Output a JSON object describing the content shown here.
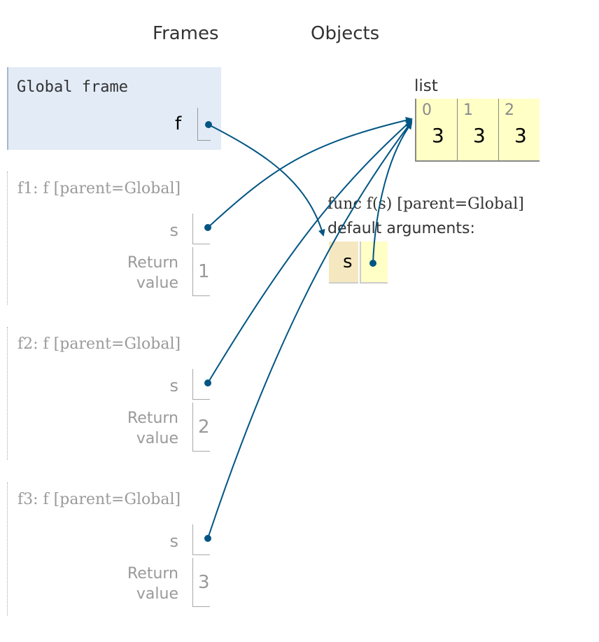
{
  "headers": {
    "frames": "Frames",
    "objects": "Objects"
  },
  "global_frame": {
    "title": "Global frame",
    "variables": [
      {
        "name": "f",
        "points_to": "function f"
      }
    ]
  },
  "stack_frames": [
    {
      "title": "f1: f [parent=Global]",
      "var_name": "s",
      "return_label_1": "Return",
      "return_label_2": "value",
      "return_value": "1"
    },
    {
      "title": "f2: f [parent=Global]",
      "var_name": "s",
      "return_label_1": "Return",
      "return_label_2": "value",
      "return_value": "2"
    },
    {
      "title": "f3: f [parent=Global]",
      "var_name": "s",
      "return_label_1": "Return",
      "return_label_2": "value",
      "return_value": "3"
    }
  ],
  "list_object": {
    "label": "list",
    "cells": [
      {
        "index": "0",
        "value": "3"
      },
      {
        "index": "1",
        "value": "3"
      },
      {
        "index": "2",
        "value": "3"
      }
    ]
  },
  "function_object": {
    "signature": "func f(s) [parent=Global]",
    "defaults_label": "default arguments:",
    "default_name": "s",
    "default_points_to": "list"
  },
  "colors": {
    "arrow": "#005583",
    "global_bg": "#e2ebf6",
    "cell_bg": "#ffffc6",
    "default_name_bg": "#f5e8c0",
    "faded_text": "#9a9a9a"
  }
}
